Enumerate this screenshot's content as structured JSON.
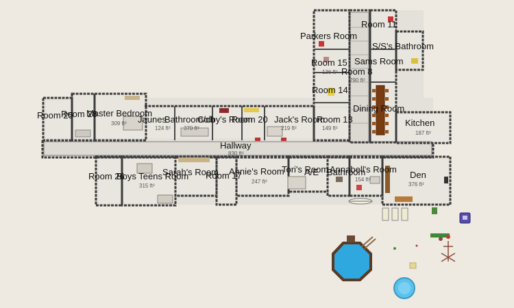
{
  "rooms": {
    "room_11": "Room 11",
    "parkers_room": "Parkers Room",
    "ss_bathroom": "S/S's Bathroom",
    "room_15": "Room 15",
    "sams_room": "Sams Room",
    "room_8": "Room 8",
    "room_14": "Room 14",
    "dining_room": "Dining Room",
    "kitchen": "Kitchen",
    "room_13": "Room 13",
    "jacks_room": "Jack's Room",
    "room_20": "Room 20",
    "colbys_room": "Colby's Room",
    "bathroom_ch": "Bathroom/ch",
    "jaunes": "Jaunes",
    "room_25": "Room 25",
    "room_28": "Room 28",
    "master_bedroom": "Master Bedroom",
    "hallway": "Hallway",
    "room_26": "Room 26",
    "boys_teens_room": "Boys Teens Room",
    "sarahs_room": "Sarah's Room",
    "room_17": "Room 17",
    "annies_room": "Annie's Room",
    "toris_room": "Tori's Room",
    "annabells_room": "Annabell's Room",
    "a_e": "A/E",
    "bathroom": "Bathroom",
    "den": "Den"
  },
  "areas": {
    "master_bedroom": "309 ft²",
    "kitchen": "187 ft²",
    "den": "376 ft²",
    "boys_teens_room": "315 ft²",
    "jacks_room": "219 ft²",
    "room_13": "149 ft²",
    "colbys_room": "370 ft²",
    "hallway": "830 ft²",
    "annies_room": "247 ft²",
    "annabells_room": "154 ft²",
    "sams_room": "136 ft²",
    "room_8": "290 ft²",
    "jaunes": "124 ft²"
  },
  "colors": {
    "background": "#eeeae2",
    "floor": "#e4e1da",
    "wall": "#3c3c3c",
    "pool_water": "#2fa8e0",
    "hot_tub": "#5cc2ec",
    "dining_table": "#7a3b10"
  },
  "icons": [
    "pool-icon",
    "hot-tub-icon",
    "lounge-chair-icon",
    "patio-table-icon",
    "clothesline-icon",
    "plant-icon",
    "car-icon",
    "bbq-icon"
  ]
}
